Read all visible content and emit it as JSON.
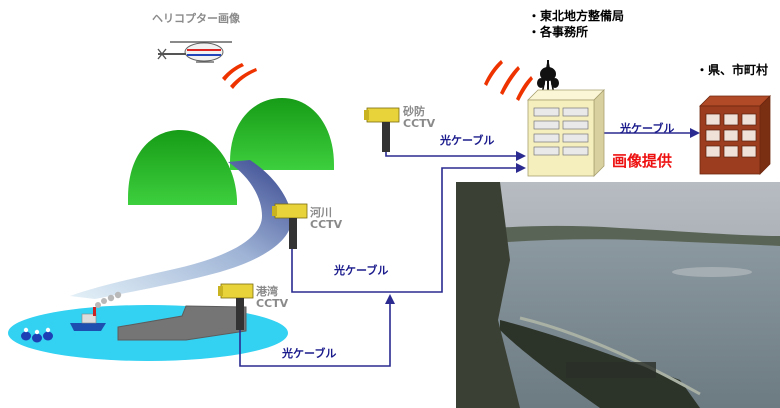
{
  "helicopter": {
    "label": "ヘリコプター画像"
  },
  "cameras": {
    "sabo": {
      "line1": "砂防",
      "line2": "CCTV"
    },
    "kasen": {
      "line1": "河川",
      "line2": "CCTV"
    },
    "kowan": {
      "line1": "港湾",
      "line2": "CCTV"
    }
  },
  "cables": {
    "sabo": "光ケーブル",
    "kasen": "光ケーブル",
    "kowan": "光ケーブル",
    "to_pref": "光ケーブル"
  },
  "bureau": {
    "line1": "・東北地方整備局",
    "line2": "・各事務所"
  },
  "prefecture": {
    "label": "・県、市町村"
  },
  "provision": {
    "label": "画像提供"
  },
  "colors": {
    "cable": "#2a2a90",
    "mountain": "#1ea91e",
    "sea": "#33d1f2",
    "bureau_building": "#f5efbe",
    "pref_building": "#9b3d1e",
    "provision_text": "#ee1111"
  }
}
